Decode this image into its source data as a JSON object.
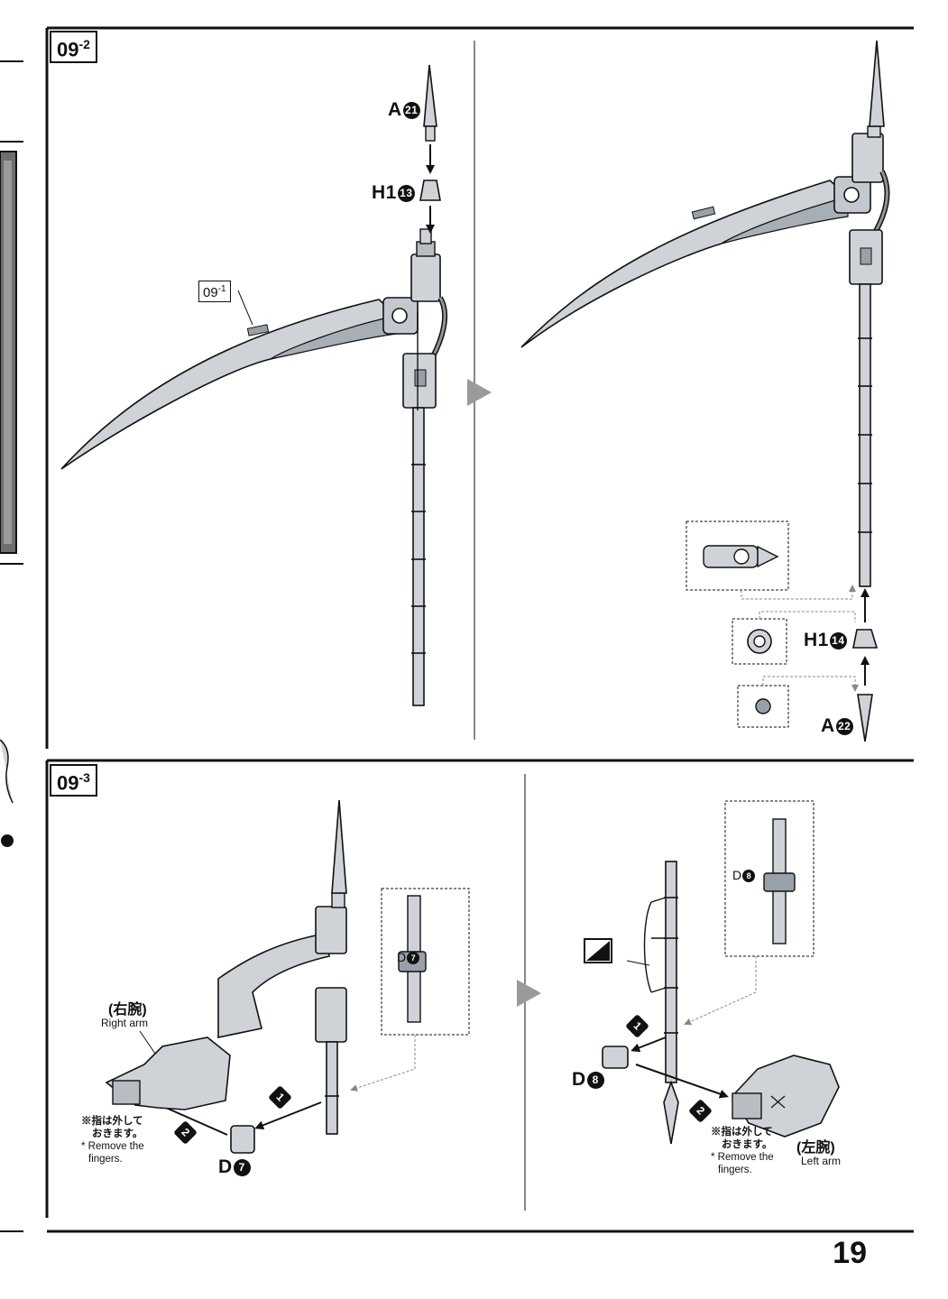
{
  "page_number": "19",
  "step_9_2": {
    "tag": "09",
    "tag_sub": "-2",
    "ref_tag": "09",
    "ref_sub": "-1",
    "parts": {
      "a21": {
        "letter": "A",
        "num": "21"
      },
      "h1_13": {
        "letter": "H1",
        "num": "13"
      },
      "h1_14": {
        "letter": "H1",
        "num": "14"
      },
      "a22": {
        "letter": "A",
        "num": "22"
      }
    }
  },
  "step_9_3": {
    "tag": "09",
    "tag_sub": "-3",
    "left": {
      "part_d7": {
        "letter": "D",
        "num": "7"
      },
      "inset_d7": {
        "letter": "D",
        "num": "7"
      },
      "arm_jp": "(右腕)",
      "arm_en": "Right arm",
      "note_jp_1": "※指は外して",
      "note_jp_2": "おきます。",
      "note_en_1": "* Remove the",
      "note_en_2": "fingers.",
      "step_1": "1",
      "step_2": "2"
    },
    "right": {
      "part_d8": {
        "letter": "D",
        "num": "8"
      },
      "inset_d8": {
        "letter": "D",
        "num": "8"
      },
      "arm_jp": "(左腕)",
      "arm_en": "Left arm",
      "note_jp_1": "※指は外して",
      "note_jp_2": "おきます。",
      "note_en_1": "* Remove the",
      "note_en_2": "fingers.",
      "step_1": "1",
      "step_2": "2"
    }
  },
  "colors": {
    "ink": "#111111",
    "part_fill": "#ccd0d6",
    "part_shade": "#9ea4ac",
    "guide": "#8a8a8a"
  }
}
